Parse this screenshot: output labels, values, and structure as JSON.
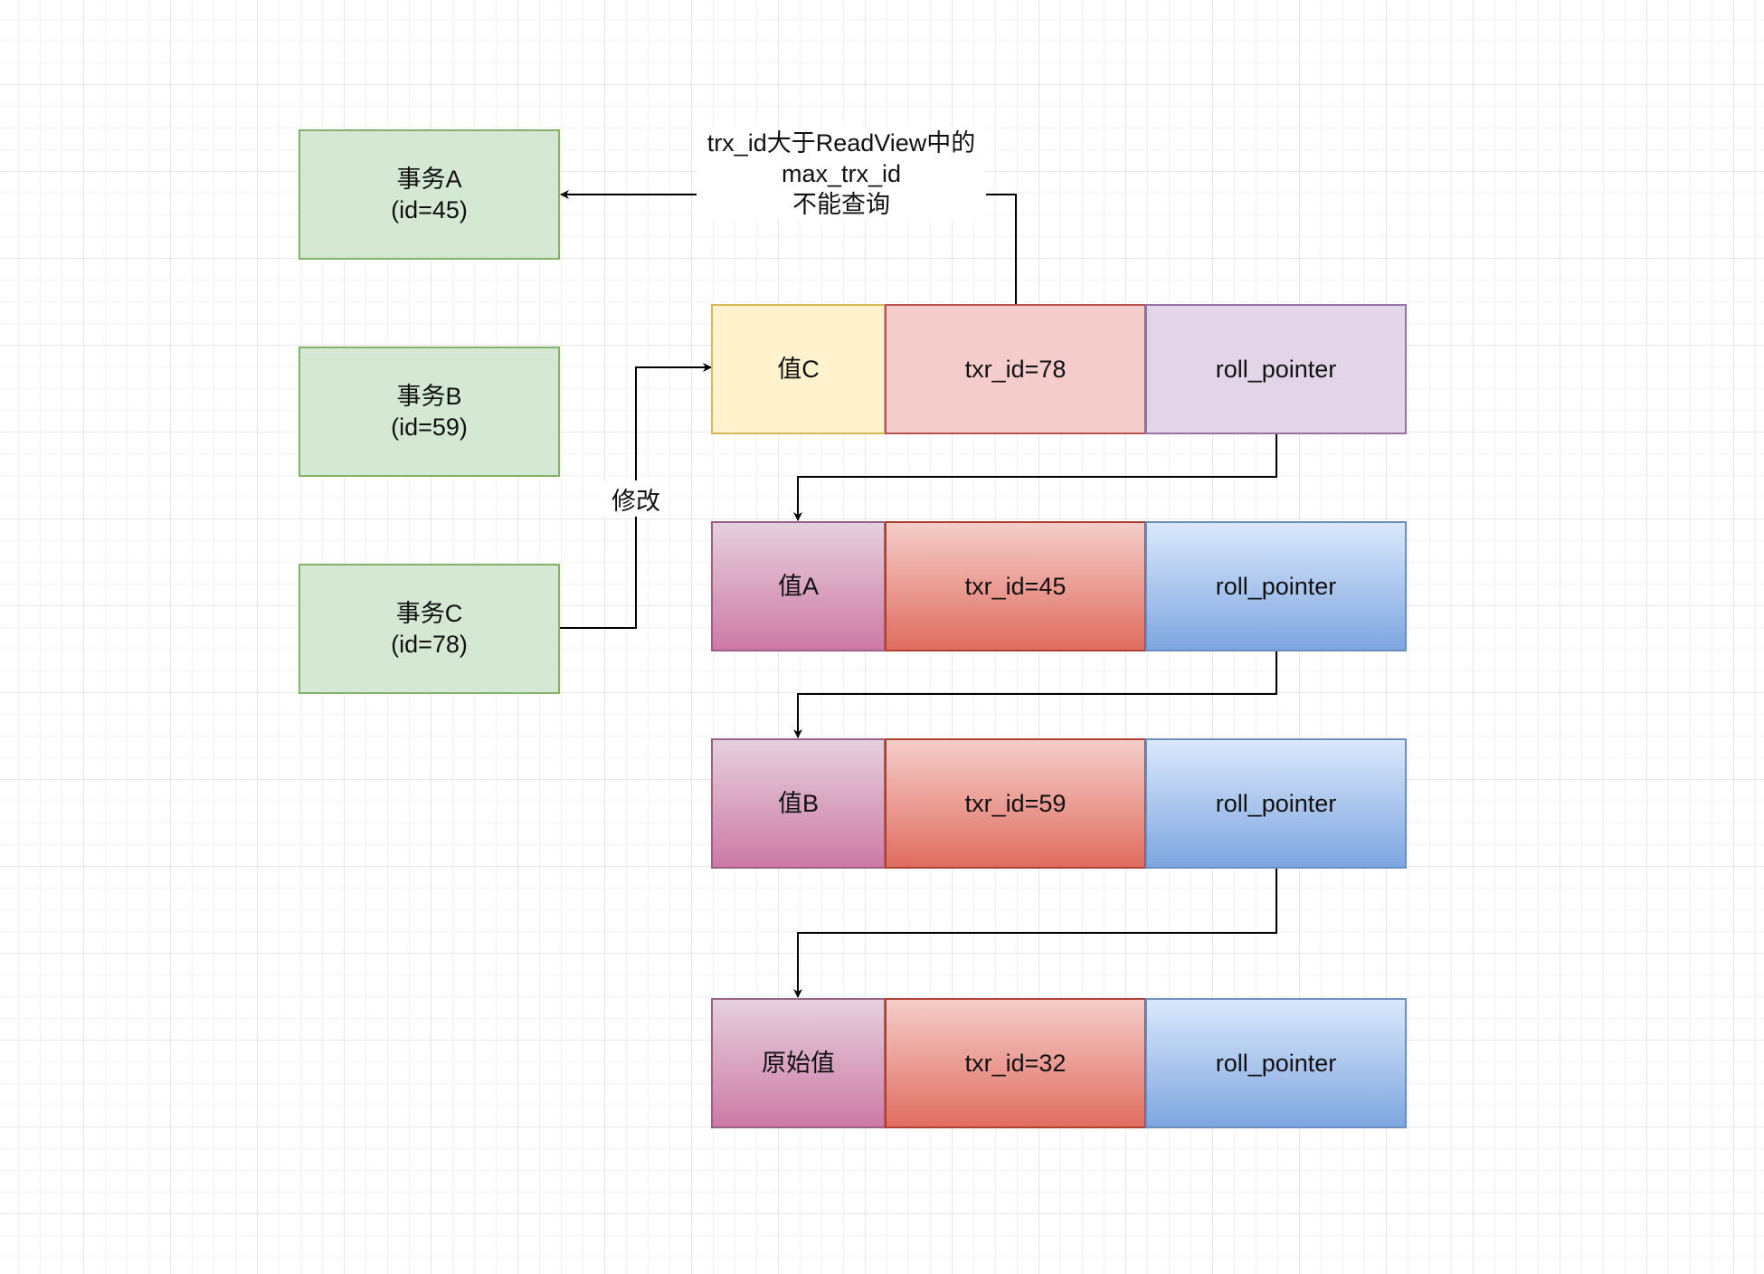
{
  "transactions": [
    {
      "name": "事务A",
      "id": "(id=45)"
    },
    {
      "name": "事务B",
      "id": "(id=59)"
    },
    {
      "name": "事务C",
      "id": "(id=78)"
    }
  ],
  "versions": [
    {
      "value": "值C",
      "trx": "txr_id=78",
      "pointer": "roll_pointer"
    },
    {
      "value": "值A",
      "trx": "txr_id=45",
      "pointer": "roll_pointer"
    },
    {
      "value": "值B",
      "trx": "txr_id=59",
      "pointer": "roll_pointer"
    },
    {
      "value": "原始值",
      "trx": "txr_id=32",
      "pointer": "roll_pointer"
    }
  ],
  "note": {
    "line1": "trx_id大于ReadView中的",
    "line2": "max_trx_id",
    "line3": "不能查询"
  },
  "edge_label": "修改",
  "colors": {
    "txn_fill": "#d5e8d4",
    "txn_border": "#82b366",
    "latest_value_fill": "#fff2cc",
    "latest_trx_fill": "#f4cccc",
    "latest_ptr_fill": "#e1d5e7",
    "old_value_gradient": "#cd7aa4",
    "old_trx_gradient": "#e06d60",
    "old_ptr_gradient": "#7ea6e0"
  }
}
